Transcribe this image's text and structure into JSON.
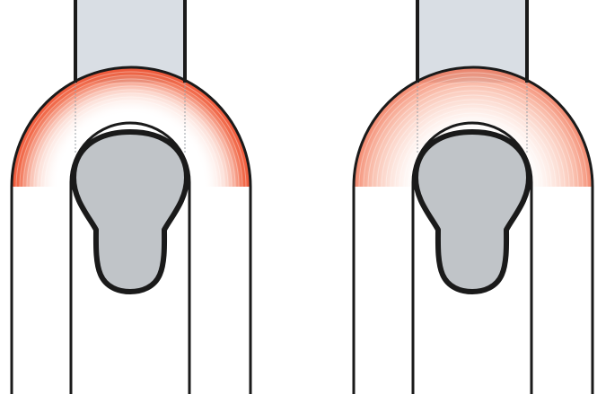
{
  "diagram": {
    "panels": [
      {
        "id": "left",
        "heat_band": "narrow"
      },
      {
        "id": "right",
        "heat_band": "wide"
      }
    ],
    "colors": {
      "outline": "#1a1a1a",
      "background": "#ffffff",
      "top_bar_fill": "#d9dee4",
      "core_fill": "#c0c4c8",
      "heat": "#ef4a2a"
    }
  }
}
